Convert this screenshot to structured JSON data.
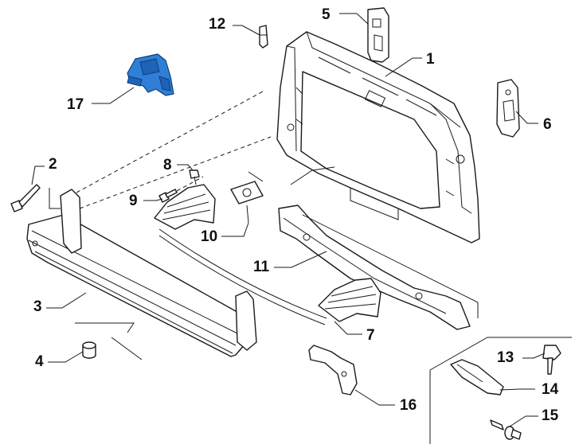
{
  "parts": [
    {
      "id": "1",
      "label": "1"
    },
    {
      "id": "2",
      "label": "2"
    },
    {
      "id": "3",
      "label": "3"
    },
    {
      "id": "4",
      "label": "4"
    },
    {
      "id": "5",
      "label": "5"
    },
    {
      "id": "6",
      "label": "6"
    },
    {
      "id": "7",
      "label": "7"
    },
    {
      "id": "8",
      "label": "8"
    },
    {
      "id": "9",
      "label": "9"
    },
    {
      "id": "10",
      "label": "10"
    },
    {
      "id": "11",
      "label": "11"
    },
    {
      "id": "12",
      "label": "12"
    },
    {
      "id": "13",
      "label": "13"
    },
    {
      "id": "14",
      "label": "14"
    },
    {
      "id": "15",
      "label": "15"
    },
    {
      "id": "16",
      "label": "16"
    },
    {
      "id": "17",
      "label": "17"
    }
  ],
  "colors": {
    "line": "#1a1a1a",
    "highlight": "#2f7fd6",
    "background": "#ffffff"
  }
}
